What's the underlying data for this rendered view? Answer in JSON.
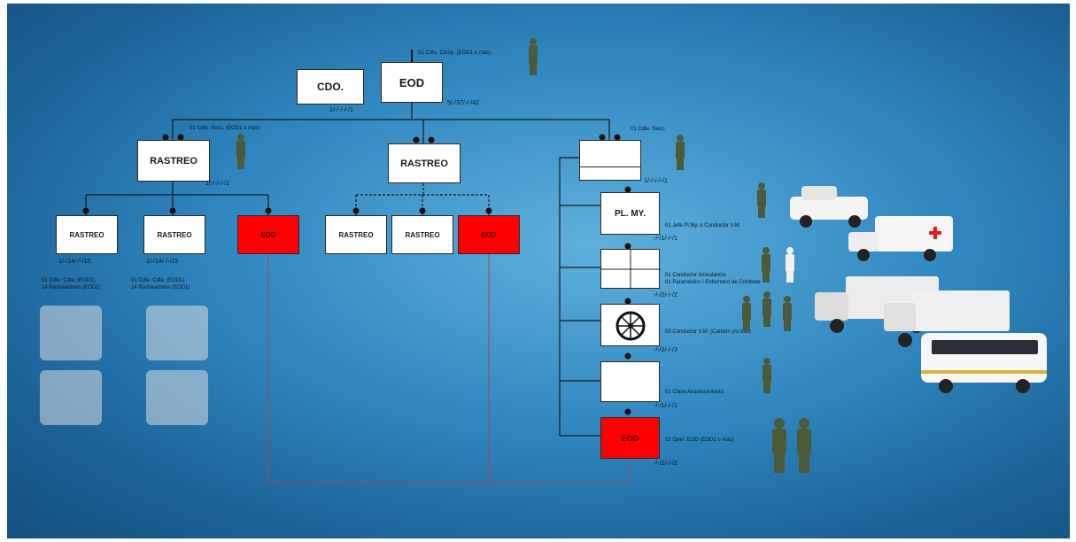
{
  "units": {
    "cdo": "CDO.",
    "eod_top": "EOD",
    "rastreo_left": "RASTREO",
    "rastreo_center": "RASTREO",
    "rastreo_sub1": "RASTREO",
    "rastreo_sub2": "RASTREO",
    "eod_sub_left": "EOD",
    "rastreo_sub3": "RASTREO",
    "rastreo_sub4": "RASTREO",
    "eod_sub_center": "EOD",
    "pl_my": "PL. MY.",
    "eod_bottom": "EOD"
  },
  "labels": {
    "top_commander": "01 Cdte. Comp. (EOD1 o más)",
    "left_group_leader": "01 Cdte. Secc. (EOD1 o más)",
    "right_group_leader": "01 Cdte. Secc.",
    "rastreo1_staff": [
      "01 Cdte. Cdla. (EOD1)",
      "14 Rastreadores (EOD1)"
    ],
    "rastreo2_staff": [
      "01 Cdte. Cdla. (EOD1)",
      "14 Rastreadores (EOD1)"
    ],
    "pl_my_staff": "01 Jefe Pl.My. o Conductor V.M.",
    "ambulance_staff": [
      "01 Conductor Ambulancia",
      "01 Paramédico / Enfermero de Combate"
    ],
    "vm_staff": "03 Conductor V.M. (Camión y/o bus)",
    "supply_staff": "01 Clase Abastecimiento",
    "eod_staff": "02 Oper. EOD (EOD1 o más)"
  },
  "counts": {
    "cdo": "1/-/-/-/-/1",
    "eod_top": "5/-/37/-/-/42",
    "rastreo_left": "1/-/-/-/-/1",
    "rastreo1": "1/-/14/-/-/15",
    "rastreo2": "1/-/14/-/-/15",
    "right_column": "1/-/-/-/-/1",
    "pl_my": "-/-/1/-/-/1",
    "ambulance": "-/-/2/-/-/2",
    "vehicles": "-/-/3/-/-/3",
    "supply": "-/-/1/-/-/1",
    "eod_bottom": "-/-/2/-/-/2"
  },
  "icons": [
    "soldier-icon",
    "medic-icon",
    "pickup-truck-icon",
    "ambulance-icon",
    "cargo-truck-icon",
    "bus-icon",
    "wheel-icon",
    "crosshair-cross-icon"
  ],
  "colors": {
    "eod_red": "#ff0000",
    "background_blue": "#2f86bf"
  }
}
